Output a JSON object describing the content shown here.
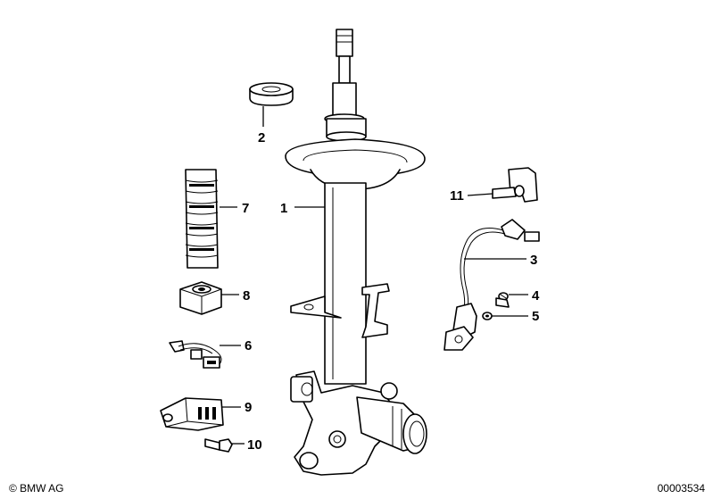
{
  "callouts": {
    "c1": "1",
    "c2": "2",
    "c3": "3",
    "c4": "4",
    "c5": "5",
    "c6": "6",
    "c7": "7",
    "c8": "8",
    "c9": "9",
    "c10": "10",
    "c11": "11"
  },
  "footer": {
    "copyright": "© BMW AG",
    "drawing_number": "00003534"
  }
}
